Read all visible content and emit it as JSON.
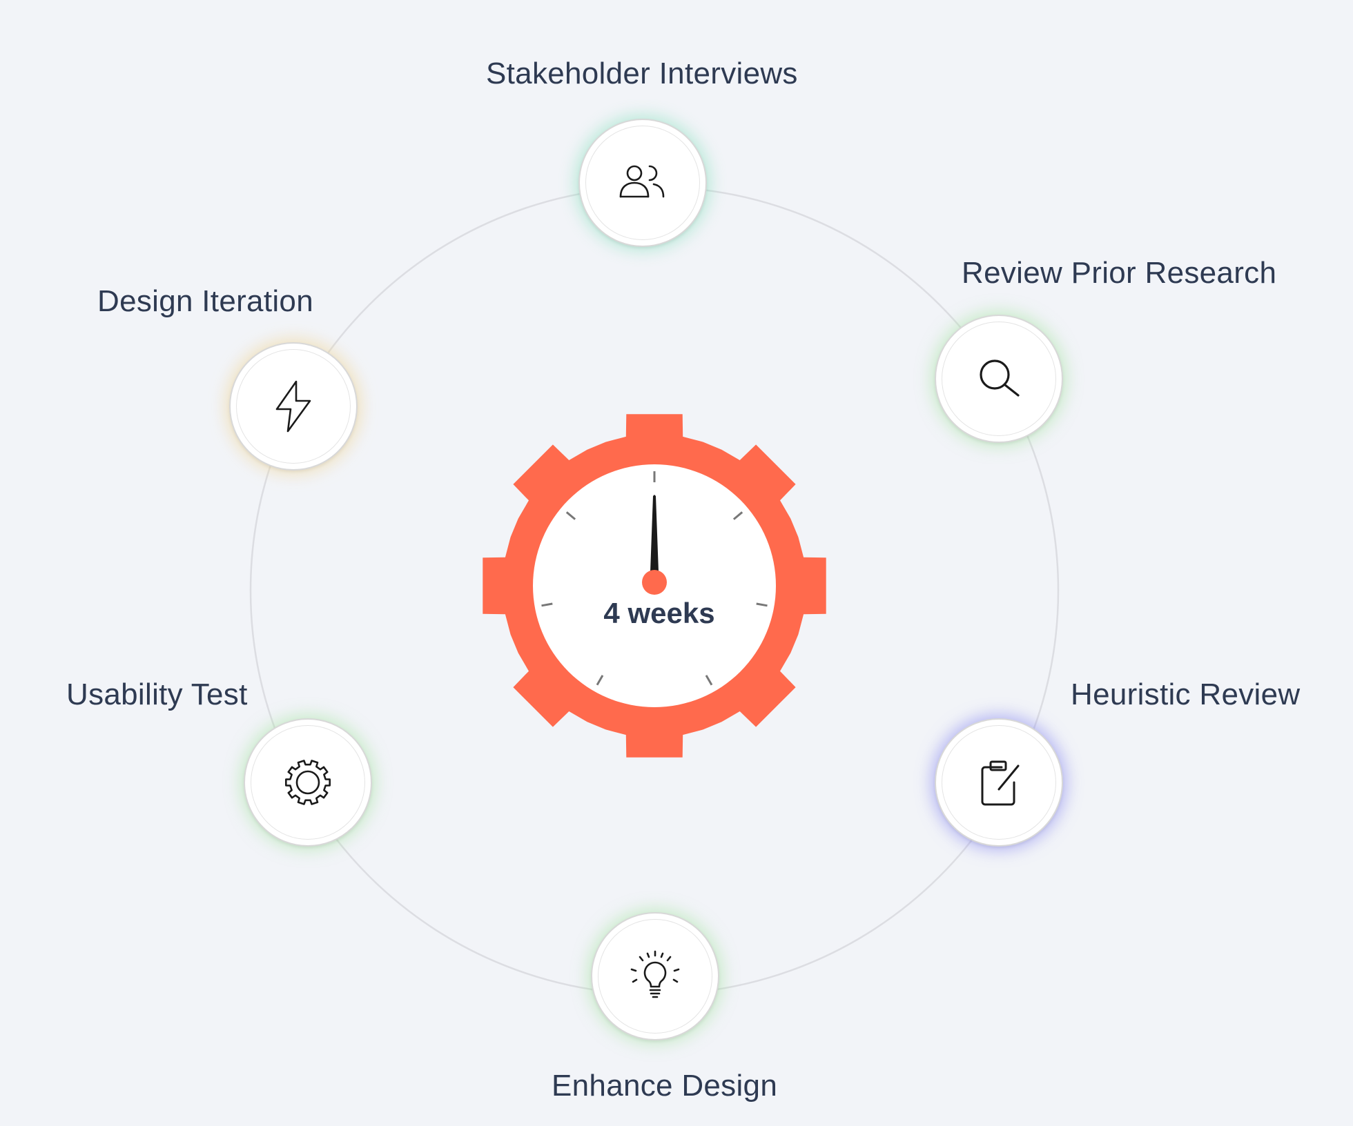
{
  "center": {
    "label": "4 weeks",
    "gear_color": "#ff6a4d"
  },
  "steps": [
    {
      "label": "Stakeholder Interviews",
      "icon": "users-icon",
      "glow": "#7fe0b8"
    },
    {
      "label": "Review Prior Research",
      "icon": "search-icon",
      "glow": "#a8e6a3"
    },
    {
      "label": "Heuristic Review",
      "icon": "clipboard-edit-icon",
      "glow": "#8c8cf0"
    },
    {
      "label": "Enhance Design",
      "icon": "lightbulb-icon",
      "glow": "#a8e6a3"
    },
    {
      "label": "Usability Test",
      "icon": "gear-icon",
      "glow": "#a8e6a3"
    },
    {
      "label": "Design Iteration",
      "icon": "lightning-icon",
      "glow": "#f0d9a0"
    }
  ]
}
